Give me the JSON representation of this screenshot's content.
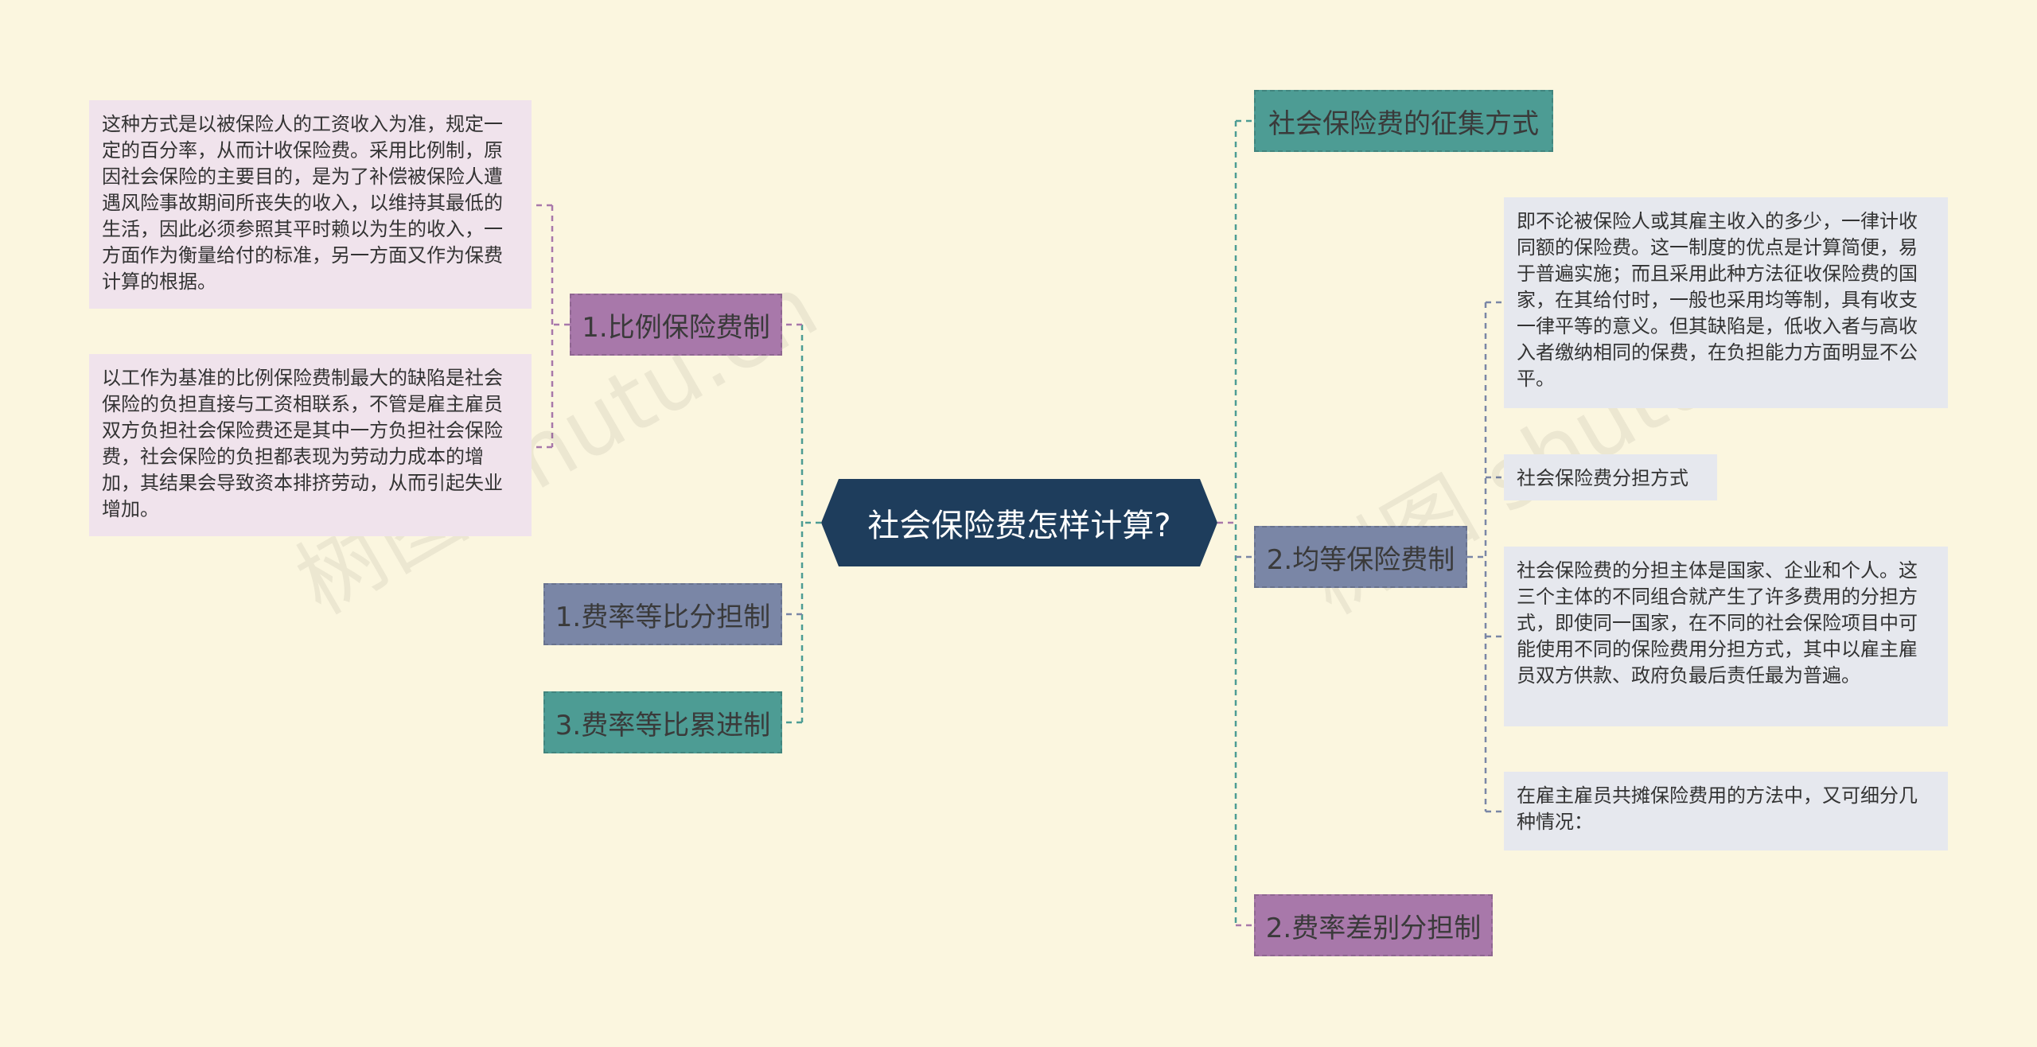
{
  "root": {
    "label": "社会保险费怎样计算?"
  },
  "left": {
    "proportional": {
      "label": "1.比例保险费制"
    },
    "equal_ratio_shared": {
      "label": "1.费率等比分担制"
    },
    "equal_ratio_progressive": {
      "label": "3.费率等比累进制"
    },
    "notes": [
      "这种方式是以被保险人的工资收入为准，规定一定的百分率，从而计收保险费。采用比例制，原因社会保险的主要目的，是为了补偿被保险人遭遇风险事故期间所丧失的收入，以维持其最低的生活，因此必须参照其平时赖以为生的收入，一方面作为衡量给付的标准，另一方面又作为保费计算的根据。",
      "以工作为基准的比例保险费制最大的缺陷是社会保险的负担直接与工资相联系，不管是雇主雇员双方负担社会保险费还是其中一方负担社会保险费，社会保险的负担都表现为劳动力成本的增加，其结果会导致资本排挤劳动，从而引起失业增加。"
    ]
  },
  "right": {
    "collection": {
      "label": "社会保险费的征集方式"
    },
    "flat_rate": {
      "label": "2.均等保险费制"
    },
    "differential": {
      "label": "2.费率差别分担制"
    },
    "notes": [
      "即不论被保险人或其雇主收入的多少，一律计收同额的保险费。这一制度的优点是计算简便，易于普遍实施；而且采用此种方法征收保险费的国家，在其给付时，一般也采用均等制，具有收支一律平等的意义。但其缺陷是，低收入者与高收入者缴纳相同的保费，在负担能力方面明显不公平。",
      "社会保险费分担方式",
      "社会保险费的分担主体是国家、企业和个人。这三个主体的不同组合就产生了许多费用的分担方式，即使同一国家，在不同的社会保险项目中可能使用不同的保险费用分担方式，其中以雇主雇员双方供款、政府负最后责任最为普遍。",
      "在雇主雇员共摊保险费用的方法中，又可细分几种情况："
    ]
  },
  "watermarks": [
    "树图 shutu.cn",
    "树图 shutu.cn"
  ],
  "colors": {
    "background": "#fbf6df",
    "root": "#1e3d5c",
    "teal": "#4d9c94",
    "purple": "#a878aa",
    "slate": "#7a86a6",
    "note_pink": "#f0e3ec",
    "note_blue": "#e6e8ee"
  }
}
